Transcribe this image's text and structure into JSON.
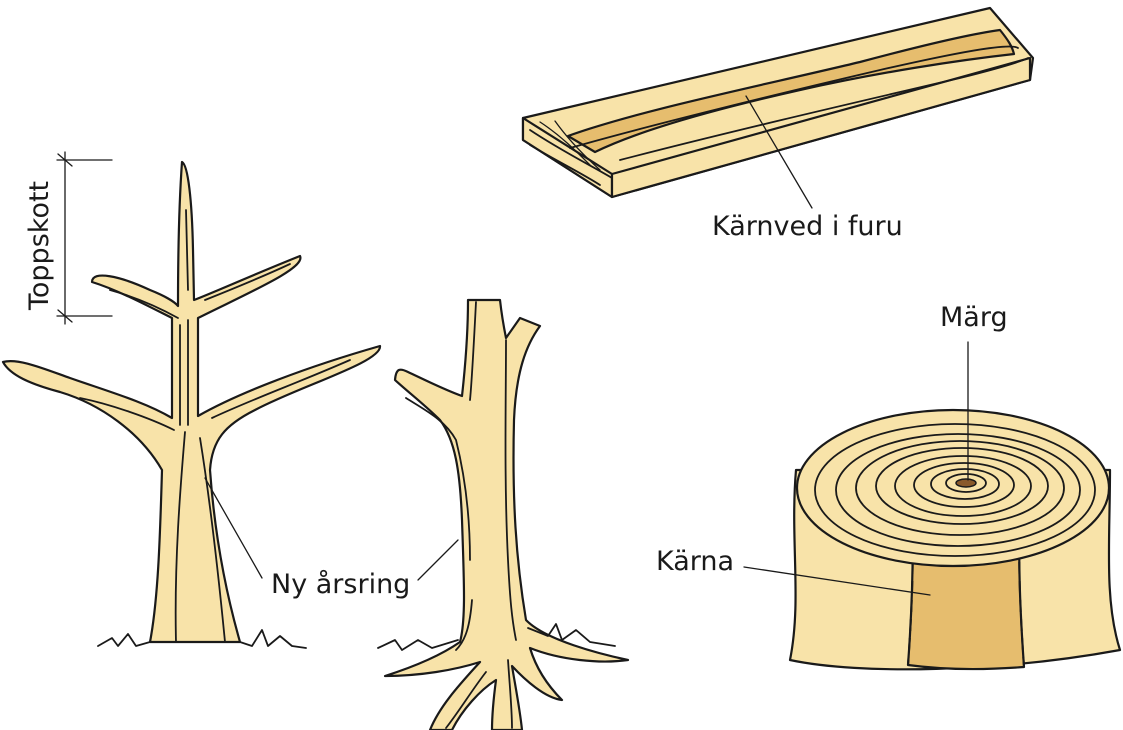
{
  "labels": {
    "topshoot": "Toppskott",
    "new_ring": "Ny årsring",
    "heartwood_pine": "Kärnved i furu",
    "pith": "Märg",
    "heartwood": "Kärna"
  },
  "colors": {
    "sapwood": "#f8e3a9",
    "heartwood": "#e6bd6e",
    "outline": "#1a1a1a"
  }
}
